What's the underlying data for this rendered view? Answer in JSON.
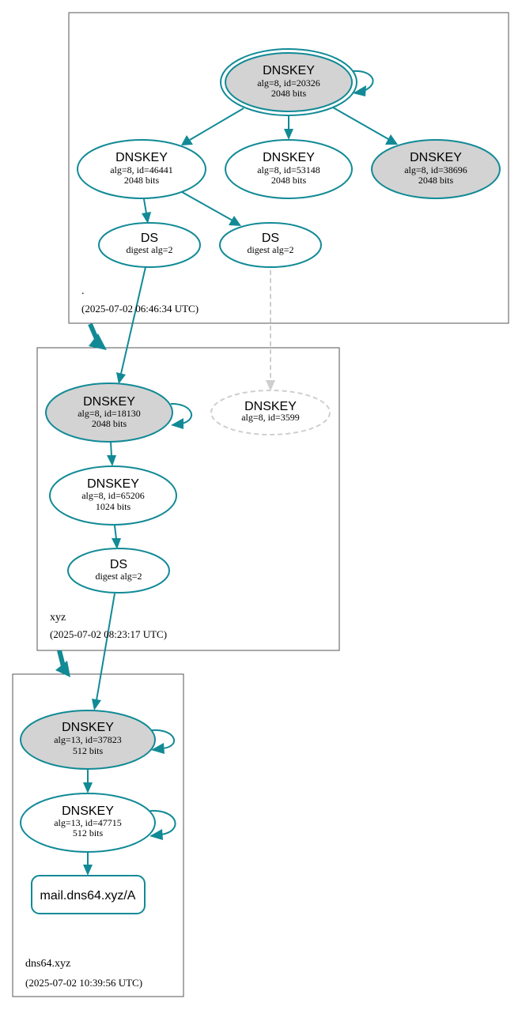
{
  "zones": {
    "root": {
      "name": ".",
      "timestamp": "(2025-07-02 06:46:34 UTC)"
    },
    "xyz": {
      "name": "xyz",
      "timestamp": "(2025-07-02 08:23:17 UTC)"
    },
    "dns64": {
      "name": "dns64.xyz",
      "timestamp": "(2025-07-02 10:39:56 UTC)"
    }
  },
  "nodes": {
    "root_ksk": {
      "title": "DNSKEY",
      "line1": "alg=8, id=20326",
      "line2": "2048 bits"
    },
    "root_zsk1": {
      "title": "DNSKEY",
      "line1": "alg=8, id=46441",
      "line2": "2048 bits"
    },
    "root_zsk2": {
      "title": "DNSKEY",
      "line1": "alg=8, id=53148",
      "line2": "2048 bits"
    },
    "root_key3": {
      "title": "DNSKEY",
      "line1": "alg=8, id=38696",
      "line2": "2048 bits"
    },
    "root_ds1": {
      "title": "DS",
      "line1": "digest alg=2"
    },
    "root_ds2": {
      "title": "DS",
      "line1": "digest alg=2"
    },
    "xyz_ksk": {
      "title": "DNSKEY",
      "line1": "alg=8, id=18130",
      "line2": "2048 bits"
    },
    "xyz_missing": {
      "title": "DNSKEY",
      "line1": "alg=8, id=3599"
    },
    "xyz_zsk": {
      "title": "DNSKEY",
      "line1": "alg=8, id=65206",
      "line2": "1024 bits"
    },
    "xyz_ds": {
      "title": "DS",
      "line1": "digest alg=2"
    },
    "dns64_ksk": {
      "title": "DNSKEY",
      "line1": "alg=13, id=37823",
      "line2": "512 bits"
    },
    "dns64_zsk": {
      "title": "DNSKEY",
      "line1": "alg=13, id=47715",
      "line2": "512 bits"
    },
    "rrset": {
      "label": "mail.dns64.xyz/A"
    }
  },
  "colors": {
    "edge": "#118a96",
    "ksk_fill": "#d3d3d3",
    "missing": "#cfcfcf",
    "zone_border": "#555555"
  }
}
